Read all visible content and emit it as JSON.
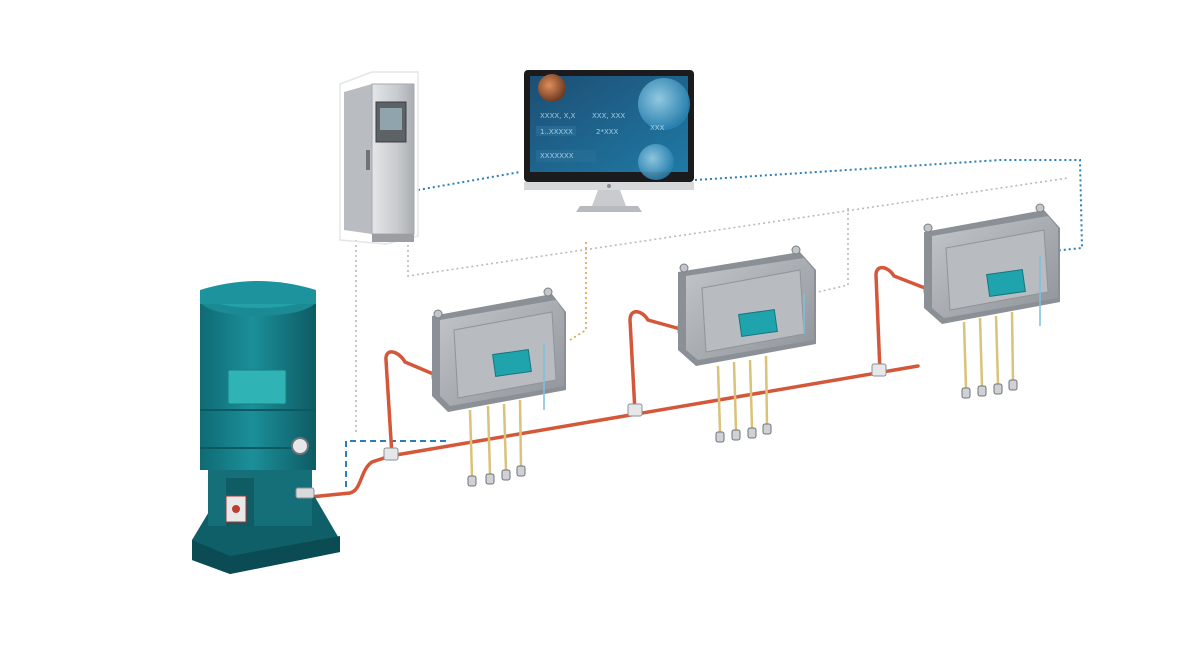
{
  "colors": {
    "background": "#ffffff",
    "pump_body": "#177f8a",
    "pump_dark": "#0f5f68",
    "pump_label": "#2fb3b5",
    "feed_pipe": "#d4573a",
    "branch_tube": "#d9c27a",
    "distributor_metal": "#a9adb2",
    "distributor_dark": "#8b9096",
    "distributor_panel": "#1fa3ad",
    "cabinet_metal": "#d5d7da",
    "signal_line_blue": "#2b7fb8",
    "signal_line_grey": "#b7bbbf",
    "signal_line_amber": "#d8a24a",
    "monitor_frame": "#1b1b1d",
    "monitor_screen": "#1b5f86"
  },
  "screen": {
    "row1_left": "XXXX, X,X",
    "row1_right": "XXX, XXX",
    "row2_left": "1..XXXXX",
    "row2_right": "2*XXX",
    "row3_left": "XXXXXXX",
    "row3_right": "XXX"
  },
  "icons": {
    "pump": "grease-pump-icon",
    "cabinet": "control-cabinet-icon",
    "monitor": "monitor-icon",
    "distributor": "progressive-distributor-icon",
    "grease_nipple": "grease-nipple-icon"
  }
}
